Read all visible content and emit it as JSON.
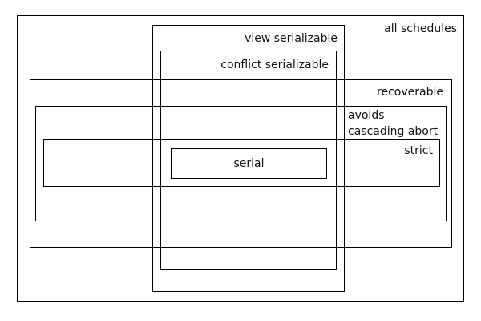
{
  "diagram": {
    "labels": {
      "all_schedules": "all schedules",
      "view_serializable": "view serializable",
      "conflict_serializable": "conflict serializable",
      "recoverable": "recoverable",
      "avoids_line1": "avoids",
      "avoids_line2": "cascading abort",
      "strict": "strict",
      "serial": "serial"
    },
    "colors": {
      "line": "#000000",
      "background": "#ffffff",
      "text": "#111111"
    }
  }
}
